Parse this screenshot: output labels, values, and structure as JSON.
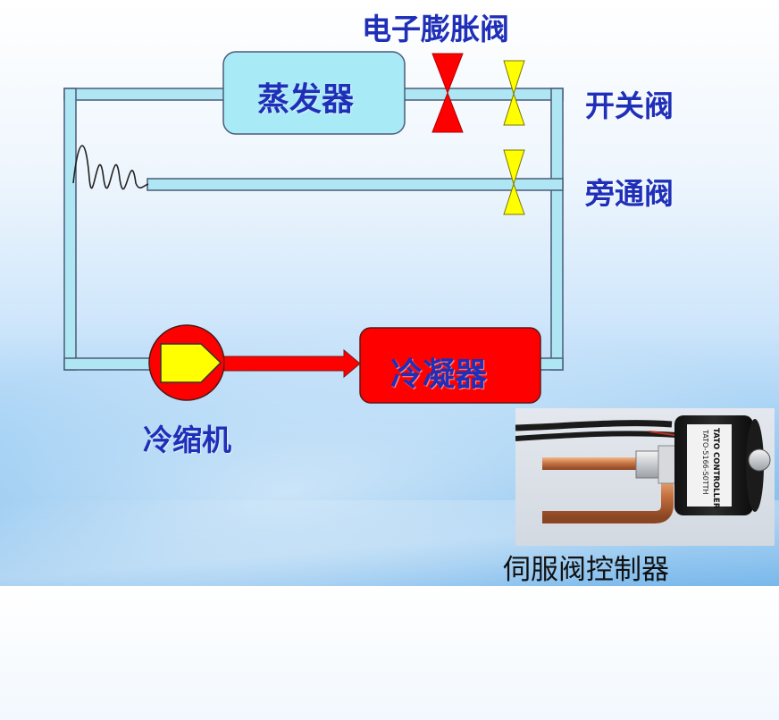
{
  "labels": {
    "expansion_valve": "电子膨胀阀",
    "evaporator": "蒸发器",
    "switch_valve": "开关阀",
    "bypass_valve": "旁通阀",
    "condenser": "冷凝器",
    "compressor": "冷缩机",
    "servo_controller": "伺服阀控制器"
  },
  "photo_text": {
    "model": "TATO-5166-S0TTH",
    "brand": "TATO CONTROLLER"
  },
  "colors": {
    "pipe": "#aee6f3",
    "pipe_stroke": "#4a5b7a",
    "evaporator_fill": "#a8eaf6",
    "condenser_fill": "#ff0000",
    "compressor_fill": "#ff0000",
    "compressor_arrow": "#ffff00",
    "expansion_valve": "#ff0000",
    "switch_valve": "#ffff00",
    "label_text": "#1f2fb8"
  }
}
